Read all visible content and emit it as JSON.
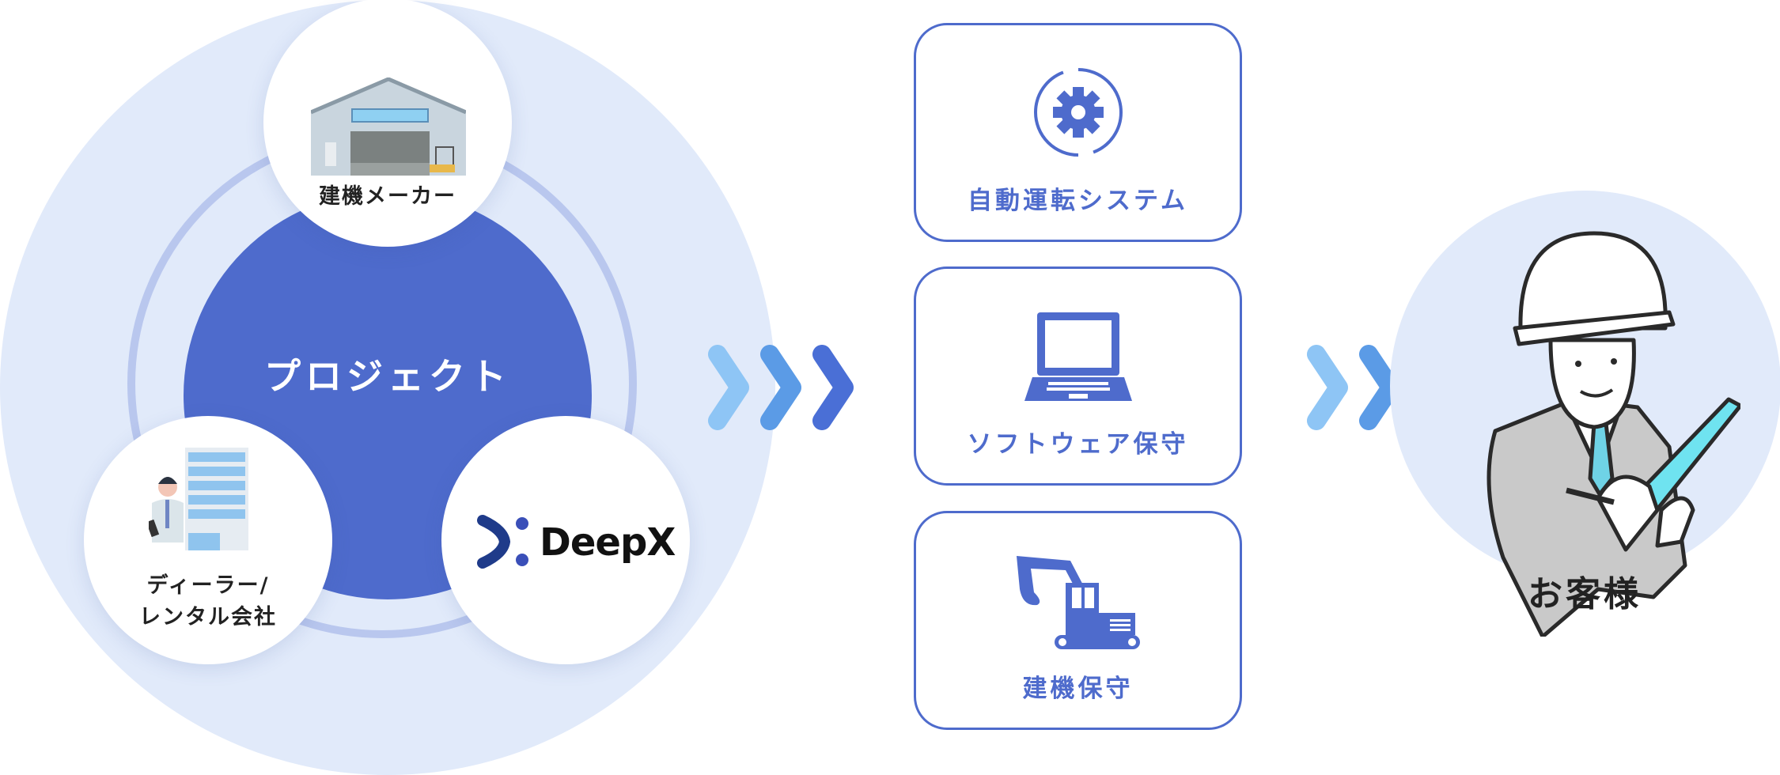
{
  "project": {
    "center_label": "プロジェクト",
    "members": [
      {
        "label": "建機メーカー",
        "icon": "factory-icon"
      },
      {
        "label_line1": "ディーラー/",
        "label_line2": "レンタル会社",
        "icon": "office-worker-icon"
      },
      {
        "label": "DeepX",
        "icon": "deepx-logo"
      }
    ]
  },
  "services": [
    {
      "label": "自動運転システム",
      "icon": "gear-cycle-icon"
    },
    {
      "label": "ソフトウェア保守",
      "icon": "laptop-icon"
    },
    {
      "label": "建機保守",
      "icon": "excavator-icon"
    }
  ],
  "customer": {
    "label": "お客様",
    "icon": "engineer-icon"
  },
  "colors": {
    "primary": "#4e6bcc",
    "light_bg": "#e1eafa",
    "ring": "#b9c7ee",
    "chevrons": [
      "#8ec5f5",
      "#5b9be6",
      "#4a6fd6"
    ]
  }
}
